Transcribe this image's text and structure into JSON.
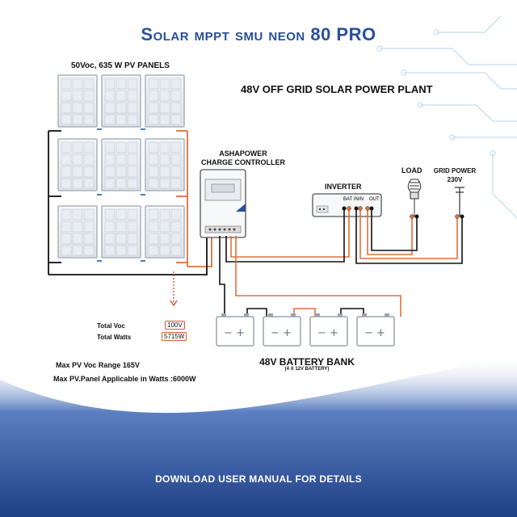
{
  "header": {
    "title": "Solar mppt smu neon 80 PRO"
  },
  "panels": {
    "label": "50Voc, 635 W PV PANELS"
  },
  "plant": {
    "title": "48V OFF GRID SOLAR POWER PLANT"
  },
  "charge_controller": {
    "label_line1": "ASHAPOWER",
    "label_line2": "CHARGE CONTROLLER"
  },
  "inverter": {
    "label": "INVERTER",
    "bat_in": "BAT IN",
    "in": "IN",
    "out": "OUT"
  },
  "load": {
    "label": "LOAD"
  },
  "grid": {
    "label": "GRID POWER",
    "voltage": "230V"
  },
  "summary": {
    "total_voc_label": "Total Voc",
    "total_voc_value": "100V",
    "total_watts_label": "Total Watts",
    "total_watts_value": "5715W"
  },
  "specs": {
    "max_voc": "Max PV Voc Range 165V",
    "max_watts": "Max PV.Panel Applicable in Watts :6000W"
  },
  "battery_bank": {
    "title": "48V BATTERY BANK",
    "subtitle": "(4 X 12V  BATTERY)"
  },
  "footer": {
    "text": "DOWNLOAD USER MANUAL FOR DETAILS"
  },
  "colors": {
    "title_blue": "#2a4f9a",
    "wire_orange": "#e0703a",
    "wire_black": "#111111",
    "wire_blue": "#2f6fd0",
    "footer_blue": "#1f3f86"
  }
}
